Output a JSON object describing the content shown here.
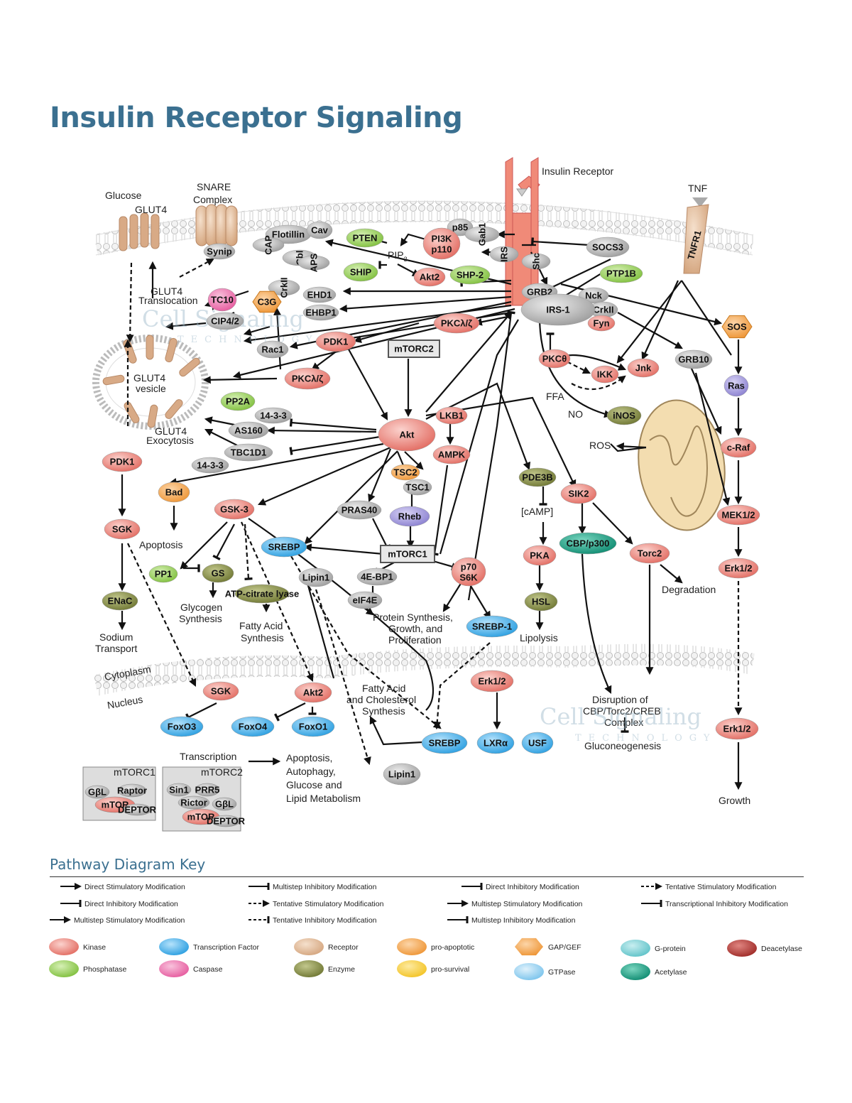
{
  "title": "Insulin Receptor Signaling",
  "labels": {
    "insulin_receptor": "Insulin Receptor",
    "tnf": "TNF",
    "glucose": "Glucose",
    "glut4": "GLUT4",
    "snare": "SNARE",
    "snare2": "Complex",
    "glut4_trans1": "GLUT4",
    "glut4_trans2": "Translocation",
    "glut4_vesicle1": "GLUT4",
    "glut4_vesicle2": "vesicle",
    "glut4_exo1": "GLUT4",
    "glut4_exo2": "Exocytosis",
    "pip3": "PIP",
    "pip3_sub": "3",
    "ffa": "FFA",
    "no": "NO",
    "ros": "ROS",
    "camp": "[cAMP]",
    "apoptosis": "Apoptosis",
    "glycogen1": "Glycogen",
    "glycogen2": "Synthesis",
    "fatty1": "Fatty Acid",
    "fatty2": "Synthesis",
    "sodium1": "Sodium",
    "sodium2": "Transport",
    "protein1": "Protein Synthesis,",
    "protein2": "Growth, and",
    "protein3": "Proliferation",
    "lipolysis": "Lipolysis",
    "degradation": "Degradation",
    "cytoplasm": "Cytoplasm",
    "nucleus": "Nucleus",
    "fac1": "Fatty Acid",
    "fac2": "and Cholesterol",
    "fac3": "Synthesis",
    "disrupt1": "Disruption of",
    "disrupt2": "CBP/Torc2/CREB",
    "disrupt3": "Complex",
    "gluconeo": "Gluconeogenesis",
    "transcription": "Transcription",
    "outcome1": "Apoptosis,",
    "outcome2": "Autophagy,",
    "outcome3": "Glucose and",
    "outcome4": "Lipid Metabolism",
    "growth": "Growth",
    "mtorc1_box": "mTORC1",
    "mtorc2_box": "mTORC2",
    "gbl": "GβL",
    "raptor": "Raptor",
    "mtor": "mTOR",
    "deptor": "DEPTOR",
    "sin1": "Sin1",
    "prr5": "PRR5",
    "rictor": "Rictor",
    "watermark1": "Cell Signaling",
    "watermark2": "TECHNOLOGY"
  },
  "nodes": {
    "pten": "PTEN",
    "ship": "SHIP",
    "akt2_top": "Akt2",
    "ship2": "SHP-2",
    "p85": "p85",
    "pi3k": "PI3K",
    "p110": "p110",
    "gab1": "Gab1",
    "irs": "IRS",
    "shc": "Shc",
    "socs3": "SOCS3",
    "ptp1b": "PTP1B",
    "tnfr1": "TNFR1",
    "grb2": "GRB2",
    "nck": "Nck",
    "crkii_r": "CrkII",
    "fyn": "Fyn",
    "irs1": "IRS-1",
    "flotillin": "Flotillin",
    "cav": "Cav",
    "cap": "CAP",
    "cbl": "Cbl",
    "aps": "APS",
    "crkii_l": "CrkII",
    "c3g": "C3G",
    "tc10": "TC10",
    "cip42": "CIP4/2",
    "synip": "Synip",
    "ehd1": "EHD1",
    "ehbp1": "EHBP1",
    "rac1": "Rac1",
    "pdk1": "PDK1",
    "pkcl_top": "PKCλ/ζ",
    "mtorc2": "mTORC2",
    "pkcl": "PKCλ/ζ",
    "pp2a": "PP2A",
    "p1433a": "14-3-3",
    "as160": "AS160",
    "tbc1d1": "TBC1D1",
    "p1433b": "14-3-3",
    "akt": "Akt",
    "lkb1": "LKB1",
    "ampk": "AMPK",
    "tsc2": "TSC2",
    "tsc1": "TSC1",
    "rheb": "Rheb",
    "pras40": "PRAS40",
    "mtorc1": "mTORC1",
    "pkct": "PKCθ",
    "ikk": "IKK",
    "jnk": "Jnk",
    "inos": "iNOS",
    "sos": "SOS",
    "grb10": "GRB10",
    "ras": "Ras",
    "craf": "c-Raf",
    "mek": "MEK1/2",
    "erk_c": "Erk1/2",
    "pdk1_l": "PDK1",
    "sgk": "SGK",
    "enac": "ENaC",
    "bad": "Bad",
    "gsk3": "GSK-3",
    "pp1": "PP1",
    "gs": "GS",
    "atp": "ATP-citrate lyase",
    "srebp_top": "SREBP",
    "lipin1_top": "Lipin1",
    "ebp1": "4E-BP1",
    "eif4e": "eIF4E",
    "p70": "p70",
    "s6k": "S6K",
    "srebp1": "SREBP-1",
    "pde3b": "PDE3B",
    "pka": "PKA",
    "hsl": "HSL",
    "sik2": "SIK2",
    "cbp": "CBP/p300",
    "torc2": "Torc2",
    "sgk_n": "SGK",
    "akt2_n": "Akt2",
    "foxo3": "FoxO3",
    "foxo4": "FoxO4",
    "foxo1": "FoxO1",
    "erk_n": "Erk1/2",
    "lxr": "LXRα",
    "usf": "USF",
    "srebp_n": "SREBP",
    "lipin1_n": "Lipin1",
    "erk_nr": "Erk1/2"
  },
  "key": {
    "title": "Pathway Diagram Key",
    "arrows": [
      "Direct Stimulatory Modification",
      "Multistep Inhibitory Modification",
      "Direct Inhibitory Modification",
      "Tentative Stimulatory Modification",
      "Direct Inhibitory Modification",
      "Tentative Stimulatory Modification",
      "Multistep Stimulatory Modification",
      "Transcriptional Inhibitory Modification",
      "Multistep Stimulatory Modification",
      "Tentative Inhibitory Modification",
      "Multistep Inhibitory Modification"
    ],
    "types": [
      {
        "label": "Kinase",
        "color": "#e9837a"
      },
      {
        "label": "Transcription Factor",
        "color": "#3aa9e4"
      },
      {
        "label": "Receptor",
        "color": "#dcb89a"
      },
      {
        "label": "pro-apoptotic",
        "color": "#f2a04a"
      },
      {
        "label": "GAP/GEF",
        "color": "#f4a23c"
      },
      {
        "label": "G-protein",
        "color": "#6cc8cd"
      },
      {
        "label": "Deacetylase",
        "color": "#a8312e"
      },
      {
        "label": "Phosphatase",
        "color": "#8cc84a"
      },
      {
        "label": "Caspase",
        "color": "#ea6fa8"
      },
      {
        "label": "Enzyme",
        "color": "#7f8641"
      },
      {
        "label": "pro-survival",
        "color": "#f4cb2c"
      },
      {
        "label": "GTPase",
        "color": "#7cc6ee"
      },
      {
        "label": "Acetylase",
        "color": "#14907a"
      }
    ]
  }
}
